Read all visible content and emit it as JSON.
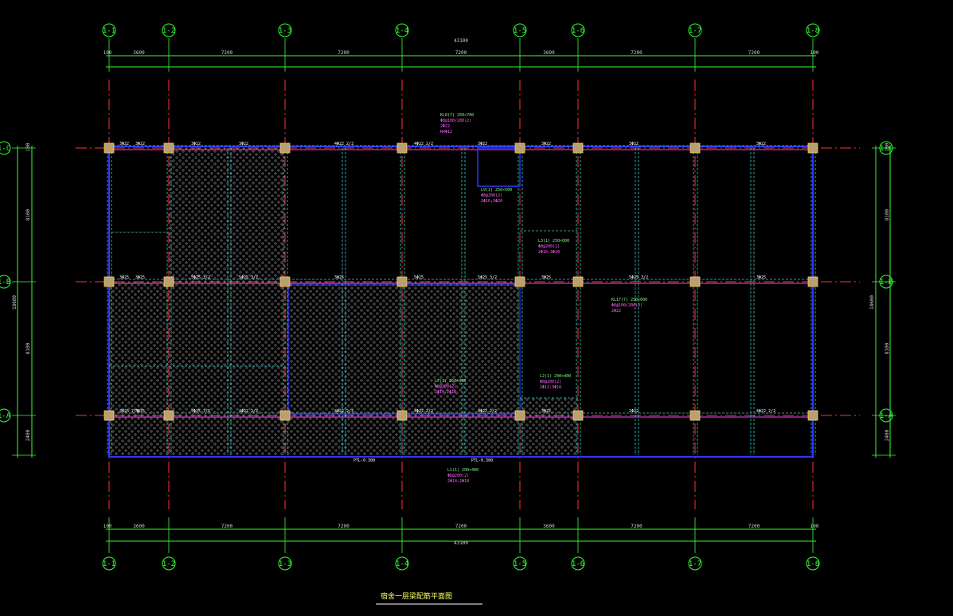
{
  "drawing": {
    "title": "宿舍一层梁配筋平面图",
    "colors": {
      "axis": "#33ff33",
      "grid": "#ff3333",
      "beam_outline": "#3333ff",
      "beam_dashed": "#33cccc",
      "column": "#ffcc66",
      "slab_fill": "#888888",
      "dimension": "#33ff33",
      "text": "#ffffff",
      "note_green": "#7fff7f",
      "note_magenta": "#ff66ff"
    },
    "columns_axes": [
      "1-1",
      "1-2",
      "1-3",
      "1-4",
      "1-5",
      "1-6",
      "1-7",
      "1-8"
    ],
    "rows_axes": [
      "1-C",
      "1-B",
      "1-A"
    ],
    "top_spacings": [
      "3600",
      "7200",
      "7200",
      "7200",
      "3600",
      "7200",
      "7200"
    ],
    "top_edge_marks": [
      "100",
      "100"
    ],
    "total_width": "43100",
    "left_spacings": [
      "8100",
      "8100",
      "2400"
    ],
    "left_total": "18600",
    "right_spacings": [
      "8100",
      "8100",
      "2400"
    ],
    "right_total": "18600",
    "side_edge_marks": [
      "100",
      "100"
    ],
    "beam_labels_top": [
      "3Φ22",
      "3Φ22",
      "3Φ22",
      "3Φ22",
      "4Φ22 2/2",
      "4Φ22 2/2",
      "3Φ22",
      "3Φ22",
      "3Φ22",
      "3Φ22"
    ],
    "beam_labels_mid": [
      "3Φ25",
      "3Φ25",
      "5Φ25 3/2",
      "5Φ25 3/2",
      "3Φ25",
      "5Φ25",
      "5Φ25 3/2",
      "3Φ25",
      "5Φ25 3/2",
      "3Φ25"
    ],
    "beam_labels_bot": [
      "3Φ25 7/5",
      "3Φ25",
      "5Φ25 7/5",
      "4Φ22 2/2",
      "4Φ22 2/2",
      "4Φ22 2/2",
      "4Φ22 2/2",
      "3Φ22",
      "2Φ22",
      "4Φ22 2/2"
    ],
    "notes": [
      {
        "line1": "KL8(7) 250×700",
        "line2": "Φ8@100/200(2)",
        "line3": "2Φ22",
        "line4": "N4Φ12"
      },
      {
        "line1": "L9(1) 250×500",
        "line2": "Φ8@200(2)",
        "line3": "2Φ16;3Φ20",
        "line4": ""
      },
      {
        "line1": "L3(1) 250×600",
        "line2": "Φ8@200(2)",
        "line3": "2Φ16;3Φ20",
        "line4": ""
      },
      {
        "line1": "KL17(7) 250×600",
        "line2": "Φ8@100/200(2)",
        "line3": "2Φ22",
        "line4": ""
      },
      {
        "line1": "L7(1) 250×400",
        "line2": "Φ8@200(2)",
        "line3": "2Φ14;2Φ18",
        "line4": ""
      },
      {
        "line1": "L2(1) 200×400",
        "line2": "Φ8@200(2)",
        "line3": "2Φ12;3Φ16",
        "line4": ""
      },
      {
        "line1": "L1(1) 200×400",
        "line2": "Φ8@200(2)",
        "line3": "2Φ14;2Φ18",
        "line4": ""
      }
    ],
    "bottom_marks": [
      "PTL-0.300",
      "PTL-0.300"
    ]
  }
}
